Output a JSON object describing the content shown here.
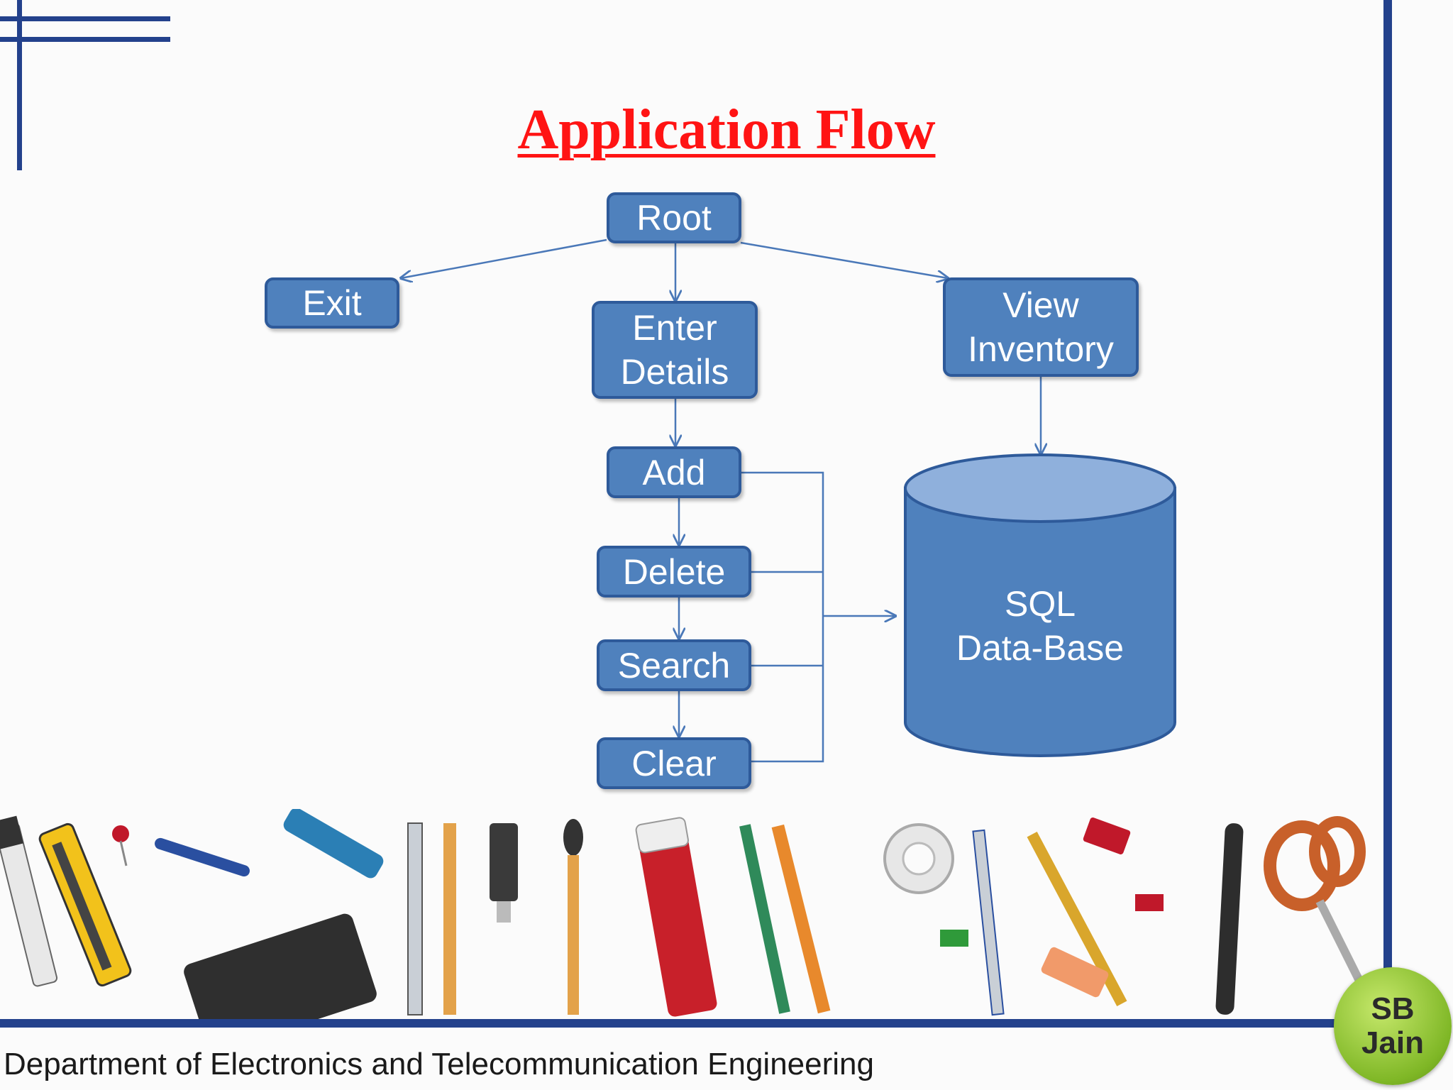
{
  "title": "Application Flow",
  "nodes": {
    "root": "Root",
    "exit": "Exit",
    "enter_line1": "Enter",
    "enter_line2": "Details",
    "view_line1": "View",
    "view_line2": "Inventory",
    "add": "Add",
    "delete": "Delete",
    "search": "Search",
    "clear": "Clear",
    "db_line1": "SQL",
    "db_line2": "Data-Base"
  },
  "footer": "Department of Electronics and Telecommunication Engineering",
  "badge": {
    "line1": "SB",
    "line2": "Jain"
  },
  "colors": {
    "node_fill": "#4f81bd",
    "node_border": "#2e5a9a",
    "edge": "#4a78b8",
    "title": "#ff1414",
    "frame": "#23418c",
    "badge": "#7fb726"
  },
  "decorations": [
    "marker-icon",
    "utility-knife-icon",
    "pushpin-icon",
    "pen-icon",
    "stapler-icon",
    "calculator-icon",
    "pencil-icon",
    "usb-drive-icon",
    "paintbrush-icon",
    "glue-stick-icon",
    "tape-icon",
    "binder-clip-icon",
    "sharpener-icon",
    "scissors-icon",
    "eraser-icon"
  ]
}
